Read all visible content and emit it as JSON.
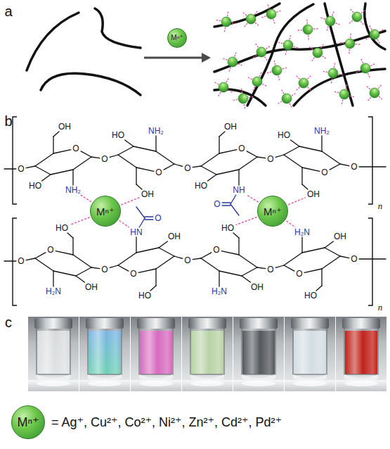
{
  "diagram": {
    "nodes": [
      {
        "text": [
          "Mⁿ⁺"
        ]
      },
      {
        "text": [
          "Mⁿ⁺"
        ]
      },
      {
        "text": [
          "Mⁿ⁺"
        ]
      },
      {
        "text": [
          "Mⁿ⁺"
        ]
      }
    ],
    "labels": [
      "a",
      "b",
      "O",
      "O",
      "OH",
      "HO",
      "NH₂",
      "O",
      "O",
      "OH",
      "HO",
      "NH₂",
      "O",
      "O",
      "OH",
      "HO",
      "NH",
      "O",
      "O",
      "O",
      "OH",
      "HO",
      "NH₂",
      "O",
      "n",
      "O",
      "O",
      "HO",
      "OH",
      "H₂N",
      "O",
      "O",
      "HO",
      "OH",
      "HN",
      "O",
      "O",
      "O",
      "HO",
      "OH",
      "H₂N",
      "O",
      "O",
      "HO",
      "OH",
      "H₂N",
      "O",
      "n",
      "c",
      "= Ag⁺, Cu²⁺, Co²⁺, Ni²⁺, Zn²⁺, Cd²⁺, Pd²⁺"
    ]
  }
}
